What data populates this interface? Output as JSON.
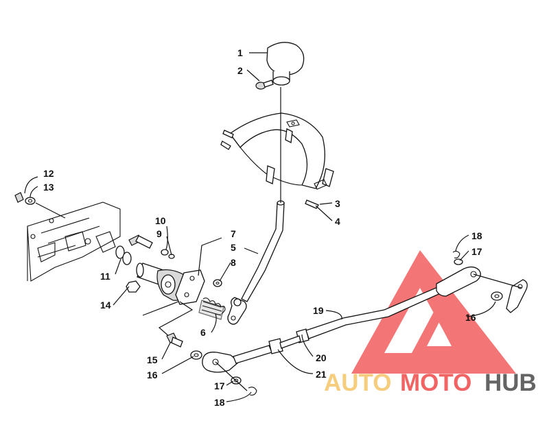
{
  "callouts": [
    {
      "id": "c1",
      "label": "1"
    },
    {
      "id": "c2",
      "label": "2"
    },
    {
      "id": "c3",
      "label": "3"
    },
    {
      "id": "c4",
      "label": "4"
    },
    {
      "id": "c5",
      "label": "5"
    },
    {
      "id": "c6",
      "label": "6"
    },
    {
      "id": "c7",
      "label": "7"
    },
    {
      "id": "c8",
      "label": "8"
    },
    {
      "id": "c9",
      "label": "9"
    },
    {
      "id": "c10",
      "label": "10"
    },
    {
      "id": "c11",
      "label": "11"
    },
    {
      "id": "c12",
      "label": "12"
    },
    {
      "id": "c13",
      "label": "13"
    },
    {
      "id": "c14",
      "label": "14"
    },
    {
      "id": "c15",
      "label": "15"
    },
    {
      "id": "c16a",
      "label": "16"
    },
    {
      "id": "c16b",
      "label": "16"
    },
    {
      "id": "c17a",
      "label": "17"
    },
    {
      "id": "c17b",
      "label": "17"
    },
    {
      "id": "c18a",
      "label": "18"
    },
    {
      "id": "c18b",
      "label": "18"
    },
    {
      "id": "c19",
      "label": "19"
    },
    {
      "id": "c20",
      "label": "20"
    },
    {
      "id": "c21",
      "label": "21"
    }
  ],
  "watermark": {
    "text_auto": "AUTO",
    "text_moto": "MOTO",
    "text_hub": "HUB",
    "color_accent": "#f04848",
    "color_auto": "#f5c566",
    "color_hub": "#4a4a4a"
  }
}
